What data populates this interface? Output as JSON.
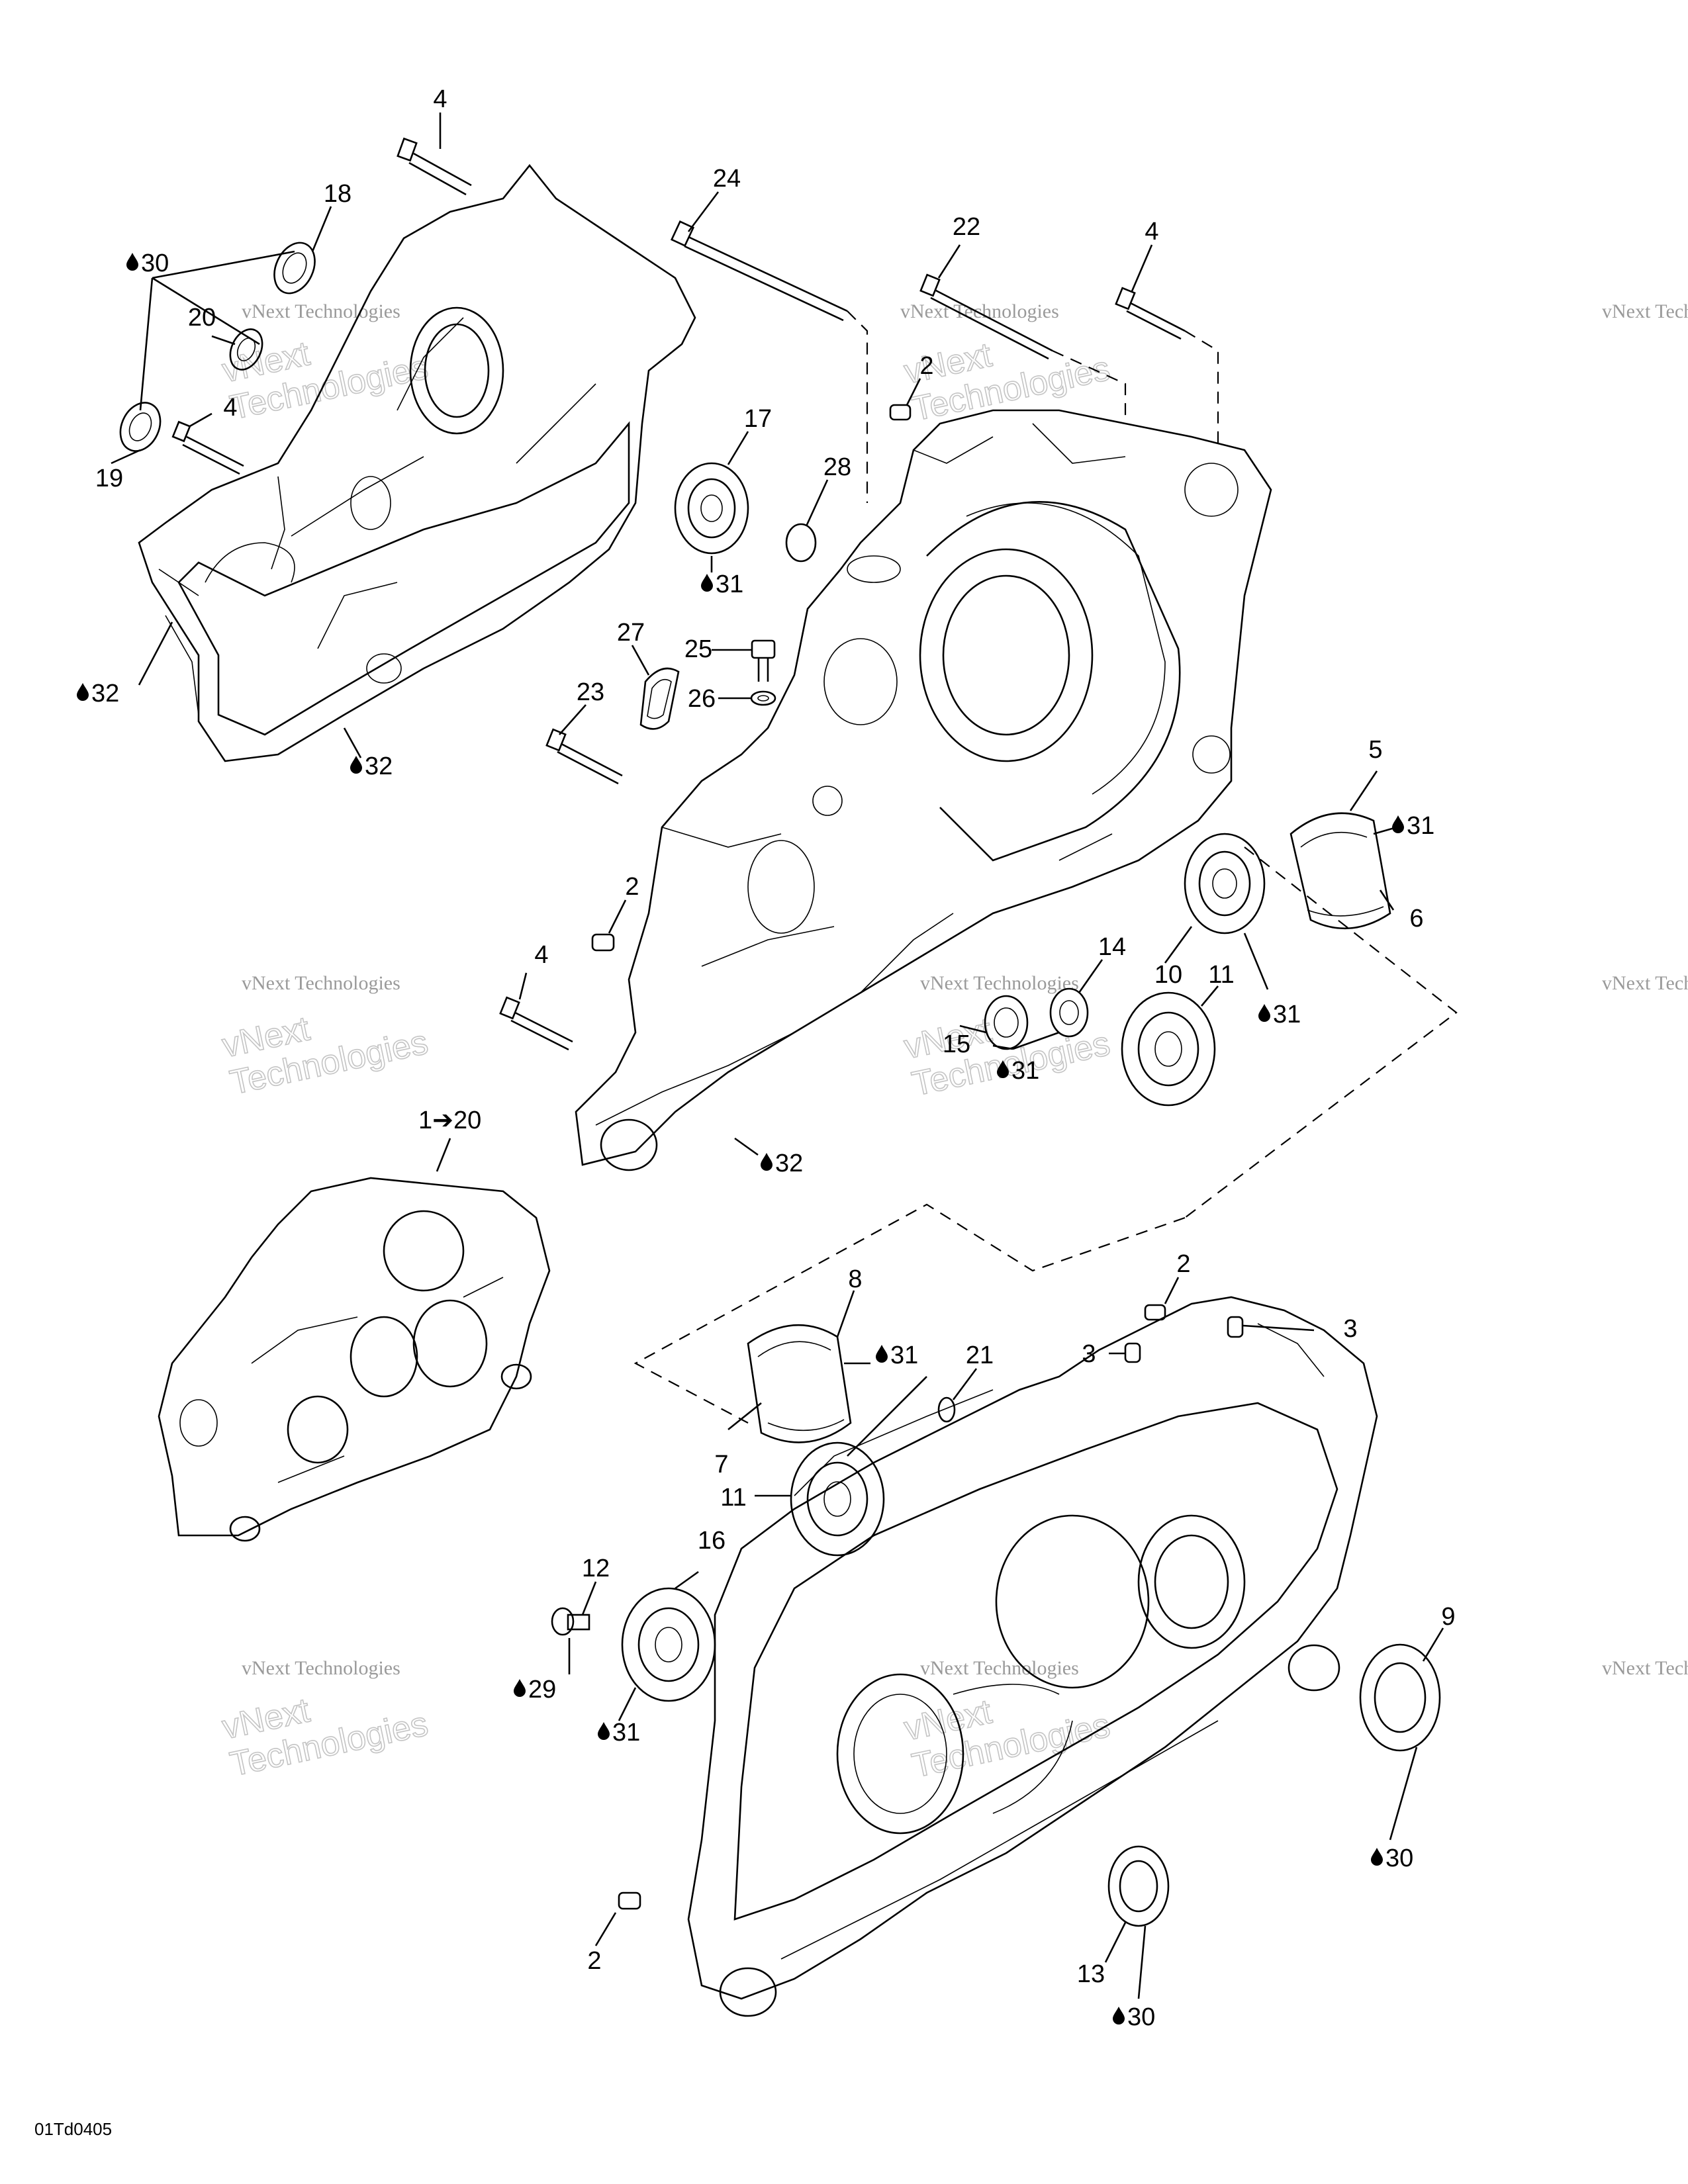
{
  "figure_code": "01Td0405",
  "watermark": {
    "line1": "vNext Technologies",
    "line2": "vNext\nTechnologies"
  },
  "assembly_label": "1➔20",
  "drop_icon": "oil-drop-icon",
  "part_labels": {
    "l4a": "4",
    "l24": "24",
    "l18": "18",
    "l30a": "30",
    "l22": "22",
    "l4b": "4",
    "l20": "20",
    "l2a": "2",
    "l4c": "4",
    "l19": "19",
    "l17": "17",
    "l28": "28",
    "l31a": "31",
    "l27": "27",
    "l25": "25",
    "l26": "26",
    "l23": "23",
    "l32a": "32",
    "l32b": "32",
    "l5": "5",
    "l31b": "31",
    "l6": "6",
    "l2b": "2",
    "l14": "14",
    "l10": "10",
    "l11a": "11",
    "l4d": "4",
    "l31c": "31",
    "l15": "15",
    "l31d": "31",
    "l32c": "32",
    "l2c": "2",
    "l8": "8",
    "l3a": "3",
    "l31e": "31",
    "l21": "21",
    "l3b": "3",
    "l7": "7",
    "l11b": "11",
    "l12": "12",
    "l16": "16",
    "l29": "29",
    "l31f": "31",
    "l9": "9",
    "l30b": "30",
    "l2d": "2",
    "l13": "13",
    "l30c": "30"
  }
}
